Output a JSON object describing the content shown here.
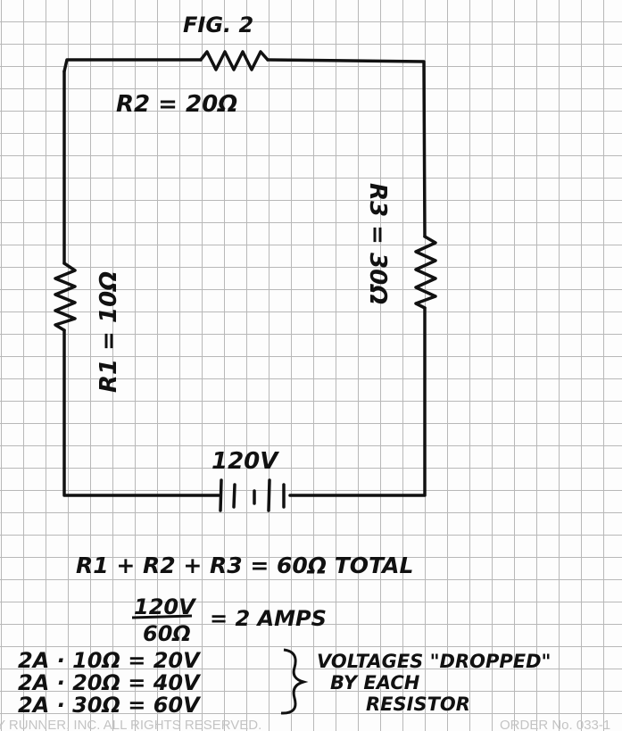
{
  "title": "FIG. 2",
  "resistors": {
    "r1": "R1 = 10Ω",
    "r2": "R2 = 20Ω",
    "r3": "R3 = 30Ω"
  },
  "source": "120V",
  "equations": {
    "total": "R1 + R2 + R3 = 60Ω TOTAL",
    "numerator": "120V",
    "denominator": "60Ω",
    "current": "= 2 AMPS",
    "drops": [
      "2A · 10Ω = 20V",
      "2A · 20Ω = 40V",
      "2A · 30Ω = 60V"
    ],
    "note": [
      "VOLTAGES \"DROPPED\"",
      "BY EACH",
      "RESISTOR"
    ]
  },
  "footer": {
    "left": "Y RUNNER, INC. ALL RIGHTS RESERVED.",
    "right": "ORDER No. 033-1"
  },
  "colors": {
    "ink": "#111111",
    "grid": "#b8b8b8"
  }
}
